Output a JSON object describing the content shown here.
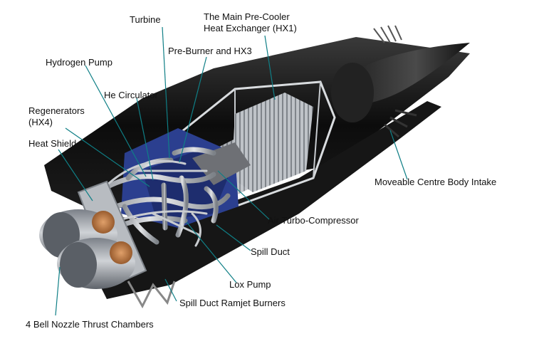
{
  "labels": {
    "turbine": "Turbine",
    "precooler_line1": "The Main Pre-Cooler",
    "precooler_line2": "Heat Exchanger (HX1)",
    "hydrogen_pump": "Hydrogen Pump",
    "preburner": "Pre-Burner and HX3",
    "he_circulator": "He Circulator",
    "regenerators_line1": "Regenerators",
    "regenerators_line2": "(HX4)",
    "heat_shield": "Heat Shield",
    "intake": "Moveable Centre Body Intake",
    "air_turbo_compressor": "Air Turbo-Compressor",
    "spill_duct": "Spill Duct",
    "lox_pump": "Lox Pump",
    "spill_duct_ramjet": "Spill Duct Ramjet Burners",
    "bell_nozzle": "4 Bell Nozzle Thrust Chambers"
  },
  "colors": {
    "leader_line": "#0f7f86",
    "nacelle": "#111111",
    "metal": "#a9adb3",
    "copper": "#b8733a",
    "blue_core": "#2b3f8f"
  }
}
